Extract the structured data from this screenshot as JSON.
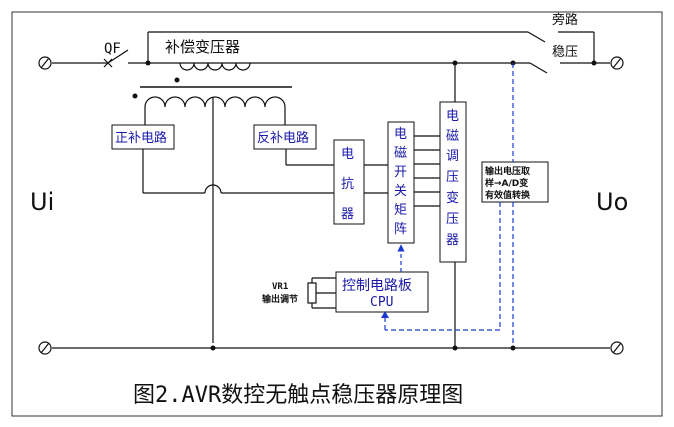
{
  "switch_qf": "QF",
  "comp_transformer": "补偿变压器",
  "bypass": "旁路",
  "stabilize": "稳压",
  "pos_comp": "正补电路",
  "neg_comp": "反补电路",
  "reactor": [
    "电",
    "抗",
    "器"
  ],
  "em_switch": [
    "电",
    "磁",
    "开",
    "关",
    "矩",
    "阵"
  ],
  "em_regulator": [
    "电",
    "磁",
    "调",
    "压",
    "变",
    "压",
    "器"
  ],
  "control_board": "控制电路板",
  "cpu": "CPU",
  "vr_label": "VR1",
  "vr_caption": "输出调节",
  "sampling": [
    "输出电压取",
    "样→A/D变",
    "有效值转换"
  ],
  "input_label": "Ui",
  "output_label": "Uo",
  "caption": "图2.AVR数控无触点稳压器原理图",
  "colors": {
    "wire": "#111111",
    "box_text": "#1a1aa8",
    "signal": "#1a3ad0"
  }
}
